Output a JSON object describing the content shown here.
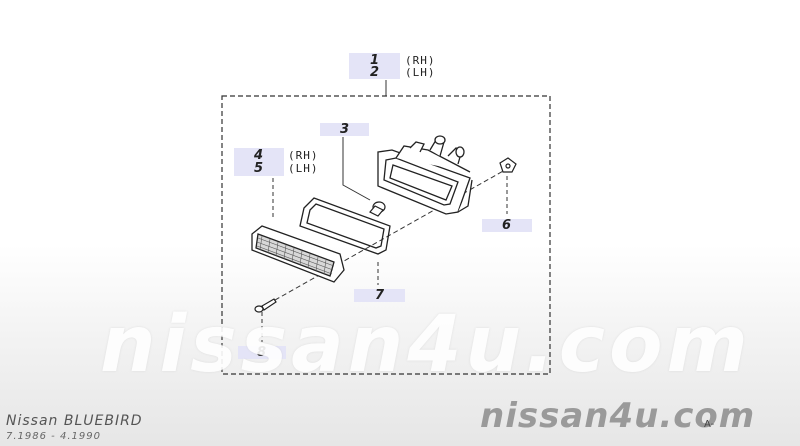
{
  "callouts": [
    {
      "id": "1",
      "side": "(RH)"
    },
    {
      "id": "2",
      "side": "(LH)"
    },
    {
      "id": "3"
    },
    {
      "id": "4",
      "side": "(RH)"
    },
    {
      "id": "5",
      "side": "(LH)"
    },
    {
      "id": "6"
    },
    {
      "id": "7"
    },
    {
      "id": "8"
    }
  ],
  "watermark": "nissan4u.com",
  "footer": {
    "model": "Nissan BLUEBIRD",
    "years": "7.1986 - 4.1990",
    "brand": "nissan4u.com",
    "code": "A-"
  },
  "colors": {
    "callout_bg": "#e4e4f7",
    "line": "#222222"
  }
}
